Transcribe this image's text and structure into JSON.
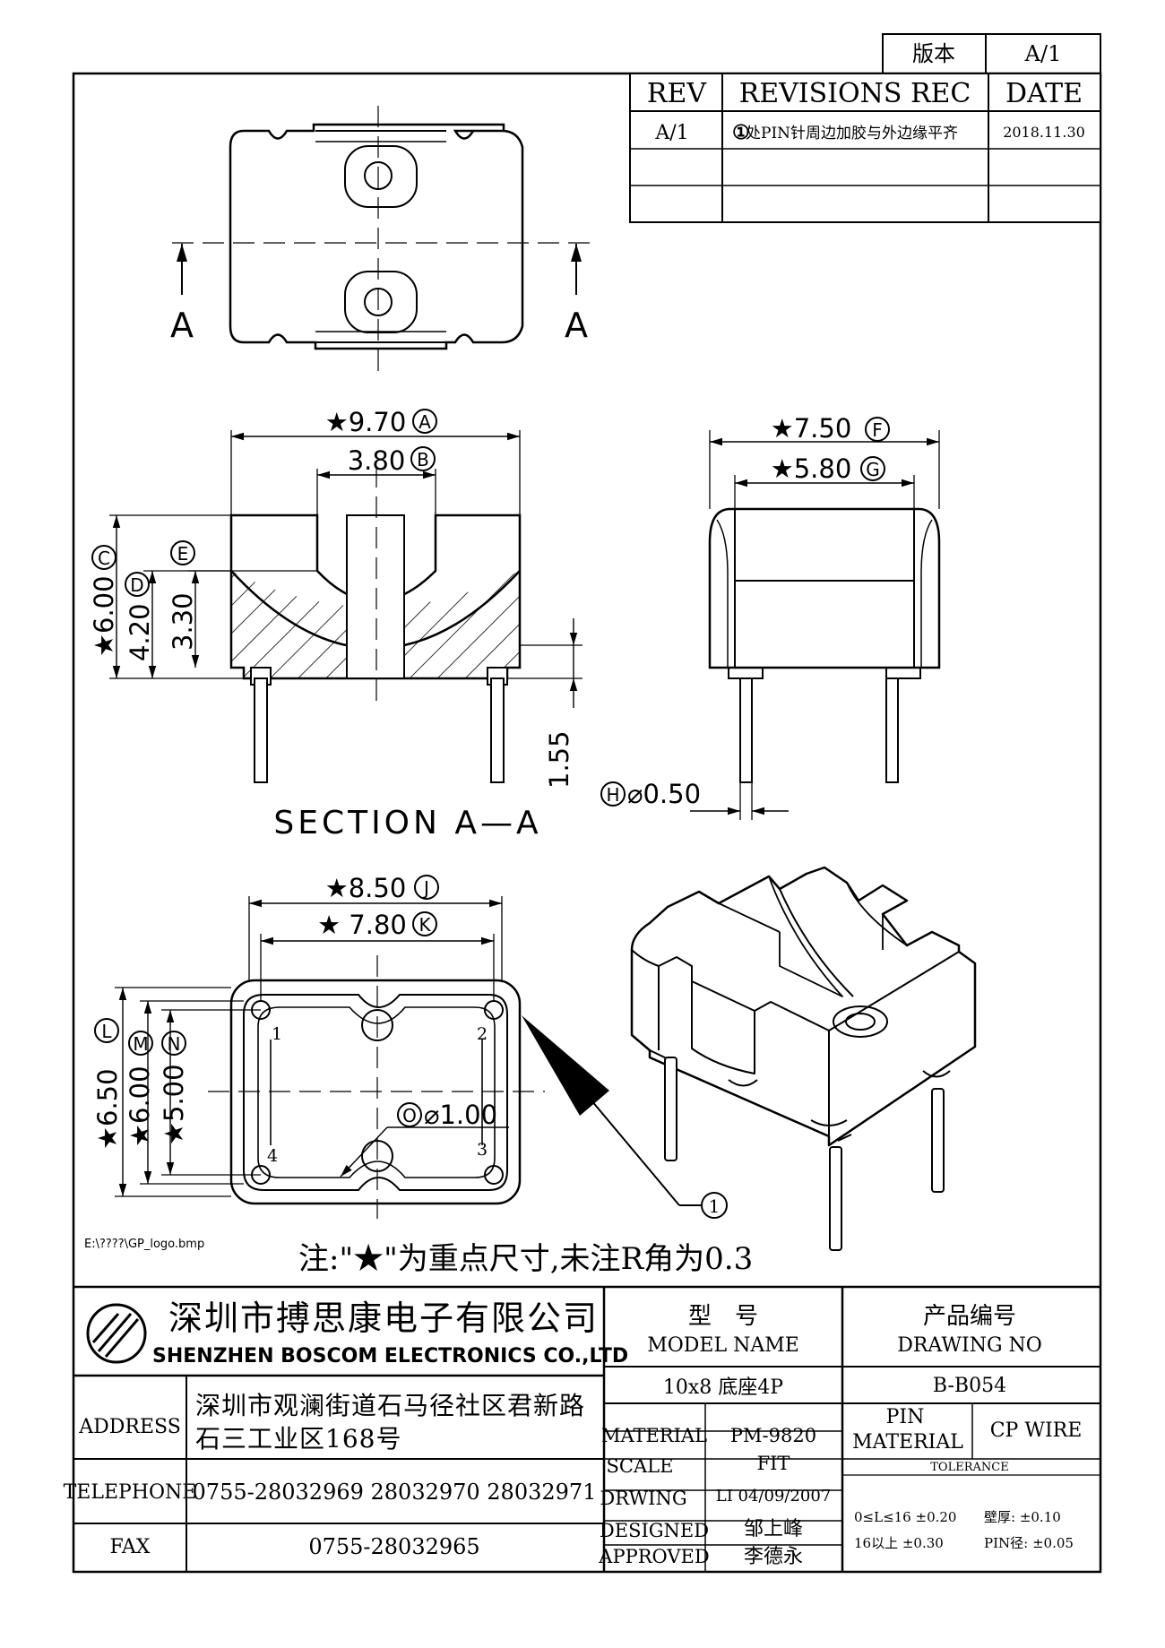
{
  "version_box": {
    "label": "版本",
    "value": "A/1"
  },
  "revisions": {
    "headers": {
      "rev": "REV",
      "rec": "REVISIONS REC",
      "date": "DATE"
    },
    "rows": [
      {
        "rev": "A/1",
        "mark": "①",
        "rec": "处PIN针周边加胶与外边缘平齐",
        "date": "2018.11.30"
      }
    ]
  },
  "views": {
    "section_markers": [
      "A",
      "A"
    ],
    "section_title": "SECTION A—A"
  },
  "dimensions": {
    "A": {
      "value": "★9.70",
      "tag": "A"
    },
    "B": {
      "value": "3.80",
      "tag": "B"
    },
    "C": {
      "value": "★6.00",
      "tag": "C"
    },
    "D": {
      "value": "4.20",
      "tag": "D"
    },
    "E": {
      "value": "3.30",
      "tag": "E"
    },
    "pin_len": {
      "value": "1.55"
    },
    "F": {
      "value": "★7.50",
      "tag": "F"
    },
    "G": {
      "value": "★5.80",
      "tag": "G"
    },
    "H": {
      "value": "⌀0.50",
      "tag": "H"
    },
    "J": {
      "value": "★8.50",
      "tag": "J"
    },
    "K": {
      "value": "★ 7.80",
      "tag": "K"
    },
    "L": {
      "value": "★6.50",
      "tag": "L"
    },
    "M": {
      "value": "★6.00",
      "tag": "M"
    },
    "N": {
      "value": "★5.00",
      "tag": "N"
    },
    "O": {
      "value": "⌀1.00",
      "tag": "O"
    }
  },
  "pins": [
    "1",
    "2",
    "3",
    "4"
  ],
  "callout": "①",
  "logo_path": "E:\\????\\GP_logo.bmp",
  "note": "注:\"★\"为重点尺寸,未注R角为0.3",
  "title_block": {
    "company_cn": "深圳市搏思康电子有限公司",
    "company_en": "SHENZHEN BOSCOM ELECTRONICS CO.,LTD",
    "model_label_cn": "型　号",
    "model_label_en": "MODEL NAME",
    "drawing_label_cn": "产品编号",
    "drawing_label_en": "DRAWING NO",
    "model_value": "10x8 底座4P",
    "drawing_value": "B-B054",
    "address_label": "ADDRESS",
    "address_line1": "深圳市观澜街道石马径社区君新路",
    "address_line2": "石三工业区168号",
    "telephone_label": "TELEPHONE",
    "telephone_value": "0755-28032969 28032970 28032971",
    "fax_label": "FAX",
    "fax_value": "0755-28032965",
    "material_label": "MATERIAL",
    "material_value": "PM-9820",
    "scale_label": "SCALE",
    "scale_value": "FIT",
    "drwing_label": "DRWING",
    "drwing_value": "LI 04/09/2007",
    "designed_label": "DESIGNED",
    "designed_value": "邹上峰",
    "approved_label": "APPROVED",
    "approved_value": "李德永",
    "pin_material_label_1": "PIN",
    "pin_material_label_2": "MATERIAL",
    "pin_material_value": "CP WIRE",
    "tolerance_label": "TOLERANCE",
    "tol_row1_a": "0≤L≤16 ±0.20",
    "tol_row1_b": "壁厚: ±0.10",
    "tol_row2_a": "16以上 ±0.30",
    "tol_row2_b": "PIN径: ±0.05"
  }
}
